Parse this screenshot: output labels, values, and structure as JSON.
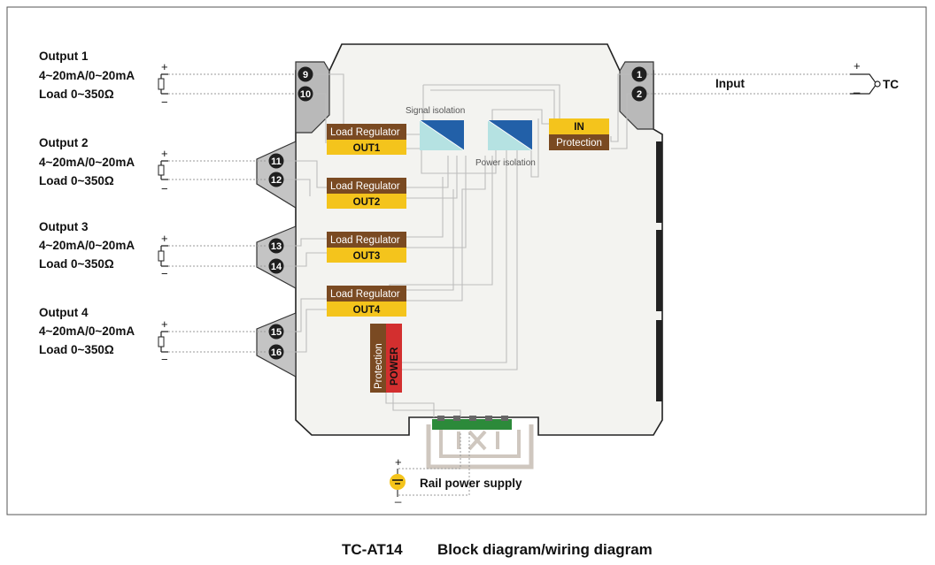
{
  "outputs": [
    {
      "title": "Output 1",
      "range": "4~20mA/0~20mA",
      "load": "Load 0~350Ω",
      "terminals": [
        "9",
        "10"
      ]
    },
    {
      "title": "Output 2",
      "range": "4~20mA/0~20mA",
      "load": "Load 0~350Ω",
      "terminals": [
        "11",
        "12"
      ]
    },
    {
      "title": "Output 3",
      "range": "4~20mA/0~20mA",
      "load": "Load 0~350Ω",
      "terminals": [
        "13",
        "14"
      ]
    },
    {
      "title": "Output 4",
      "range": "4~20mA/0~20mA",
      "load": "Load 0~350Ω",
      "terminals": [
        "15",
        "16"
      ]
    }
  ],
  "input": {
    "label": "Input",
    "sensor": "TC",
    "terminals": [
      "1",
      "2"
    ]
  },
  "blocks": {
    "load_regulator": "Load Regulator",
    "out_labels": [
      "OUT1",
      "OUT2",
      "OUT3",
      "OUT4"
    ],
    "signal_isolation": "Signal isolation",
    "power_isolation": "Power isolation",
    "in_label": "IN",
    "in_protection": "Protection",
    "power_protection": "Protection",
    "power_label": "POWER"
  },
  "rail": {
    "label": "Rail power supply"
  },
  "polarity": {
    "plus": "+",
    "minus": "−",
    "minus_alt": "_"
  },
  "caption": {
    "model": "TC-AT14",
    "title": "Block diagram/wiring diagram"
  },
  "colors": {
    "regulator": "#7a4a22",
    "out_band": "#f4c41c",
    "power_red": "#d32f2f",
    "terminal": "#1f1f1f",
    "isolator": "#2260a8",
    "housing": "#f3f3f0",
    "rail_green": "#2c8a3a"
  }
}
